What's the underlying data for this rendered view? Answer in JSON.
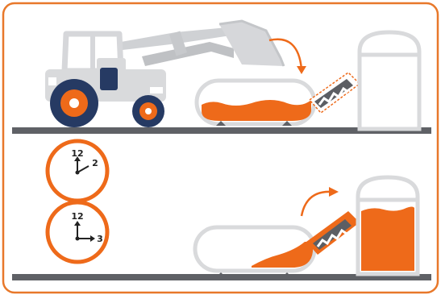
{
  "colors": {
    "frame": "#e8782a",
    "orange": "#ee6a1a",
    "ground": "#5f6166",
    "light_gray": "#d9dadc",
    "mid_gray": "#bfc1c4",
    "navy": "#263a63",
    "dark_gray": "#5c5e63",
    "white": "#ffffff"
  },
  "clocks": [
    {
      "id": "clock-top",
      "top_label": "12",
      "side_label": "2",
      "hour": 2
    },
    {
      "id": "clock-bottom",
      "top_label": "12",
      "side_label": "3",
      "hour": 3
    }
  ],
  "icons": {
    "tractor": "tractor-loader-icon",
    "tank": "mixing-tank-icon",
    "silo": "storage-silo-icon",
    "conveyor": "screw-conveyor-icon",
    "arrow": "curved-arrow-icon"
  },
  "stages": {
    "top": {
      "tank_fill_level": 0.35,
      "silo_fill_level": 0.0
    },
    "bottom": {
      "tank_fill_level": 0.2,
      "silo_fill_level": 0.85
    }
  }
}
